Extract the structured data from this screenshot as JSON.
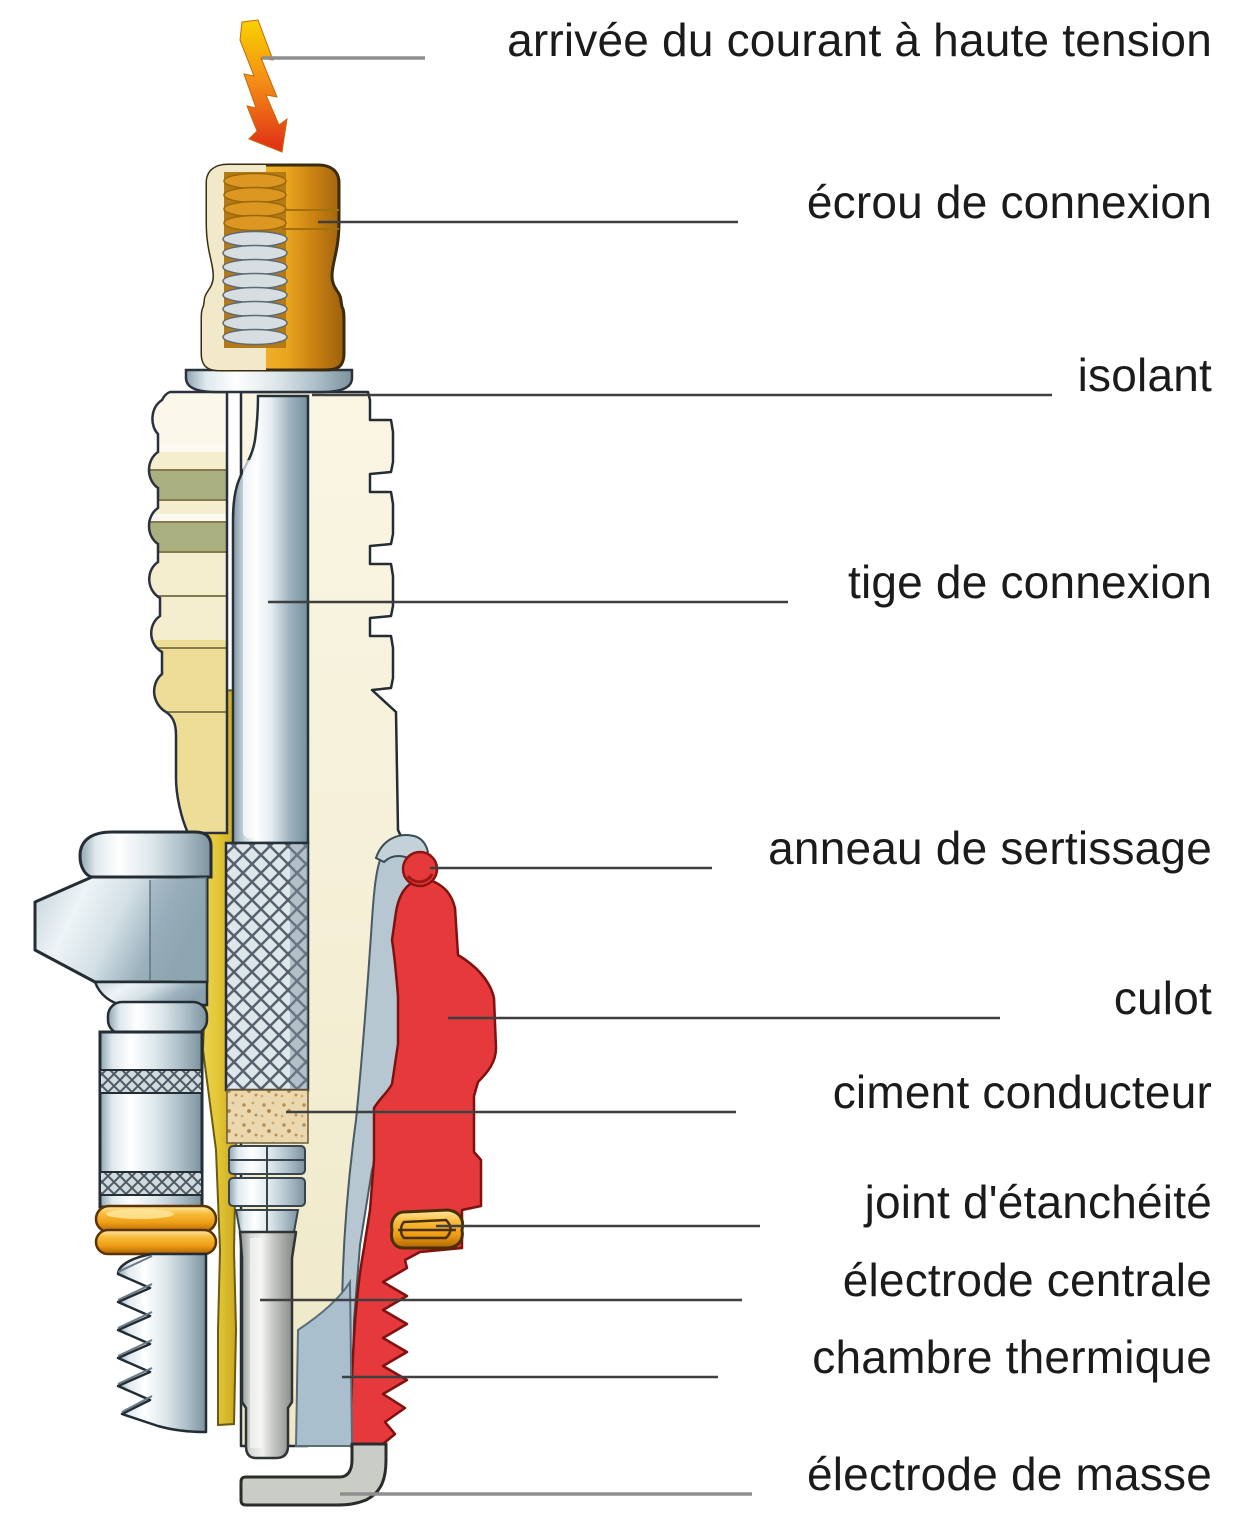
{
  "diagram": {
    "subject": "Coupe d'une bougie d'allumage",
    "type": "cutaway-diagram"
  },
  "labels": [
    {
      "id": "haute-tension",
      "text": "arrivée du courant à haute tension"
    },
    {
      "id": "ecrou",
      "text": "écrou de connexion"
    },
    {
      "id": "isolant",
      "text": "isolant"
    },
    {
      "id": "tige",
      "text": "tige de connexion"
    },
    {
      "id": "anneau",
      "text": "anneau de sertissage"
    },
    {
      "id": "culot",
      "text": "culot"
    },
    {
      "id": "ciment",
      "text": "ciment conducteur"
    },
    {
      "id": "joint",
      "text": "joint d'étanchéité"
    },
    {
      "id": "electrode-centrale",
      "text": "électrode centrale"
    },
    {
      "id": "chambre",
      "text": "chambre thermique"
    },
    {
      "id": "electrode-masse",
      "text": "électrode de masse"
    }
  ],
  "colors": {
    "background": "#ffffff",
    "label_text": "#1b1b1b",
    "leader_dark": "#3f3f3f",
    "leader_gray": "#8e8e8e",
    "shell_red": "#e5393c",
    "insulator_cream": "#f6f1d8",
    "cut_yellow": "#e4c838",
    "nut_gold": "#f0b232",
    "metal_silver": "#d7e2e8",
    "cement_beige": "#ecd8ae",
    "gasket_orange": "#f5a81e",
    "rib_olive": "#a9af7e",
    "chamber_blue": "#a9bfce",
    "electrode_gray": "#c9ccc8",
    "bolt_yellow": "#f8d200",
    "bolt_red": "#e02c16"
  }
}
